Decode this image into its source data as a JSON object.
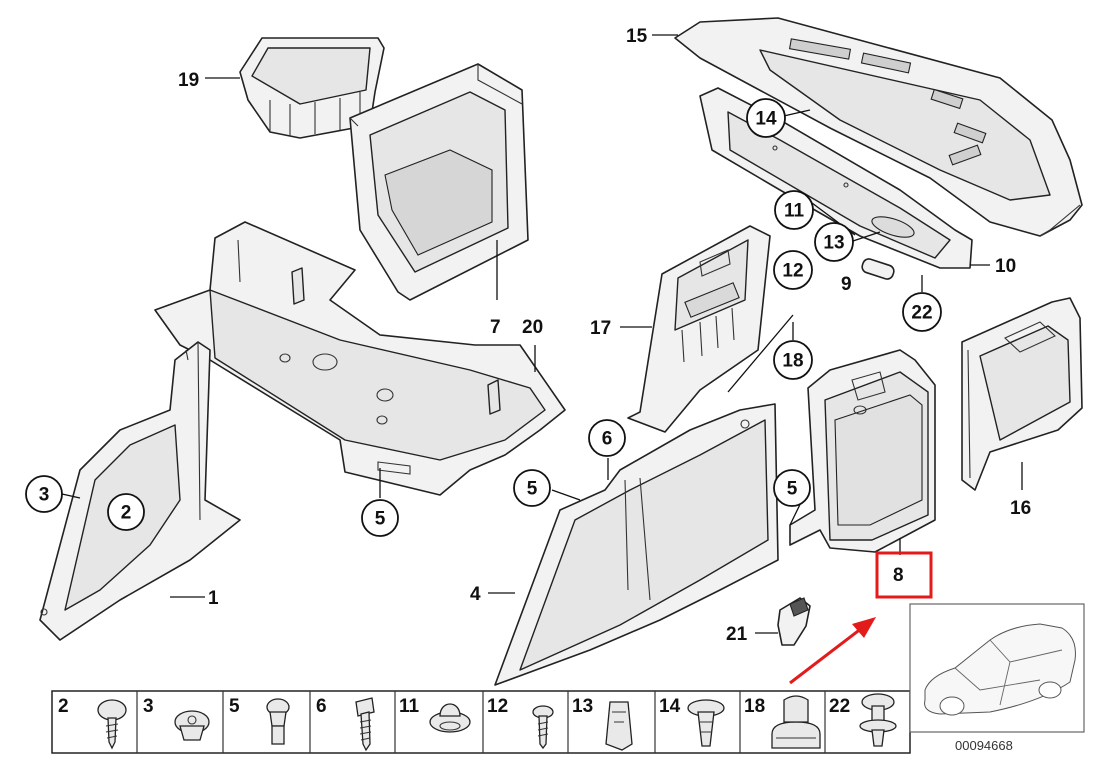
{
  "diagram": {
    "labels": {
      "l1": "1",
      "l2": "2",
      "l3": "3",
      "l4": "4",
      "l5a": "5",
      "l5b": "5",
      "l5c": "5",
      "l6": "6",
      "l7": "7",
      "l8": "8",
      "l9": "9",
      "l10": "10",
      "l11": "11",
      "l12": "12",
      "l13": "13",
      "l14": "14",
      "l15": "15",
      "l16": "16",
      "l17": "17",
      "l18": "18",
      "l19": "19",
      "l20": "20",
      "l21": "21",
      "l22": "22"
    },
    "highlight": {
      "part": "8",
      "color": "#e31b1b"
    },
    "fastener_strip": [
      "2",
      "3",
      "5",
      "6",
      "11",
      "12",
      "13",
      "14",
      "18",
      "22"
    ],
    "reference_number": "00094668"
  }
}
